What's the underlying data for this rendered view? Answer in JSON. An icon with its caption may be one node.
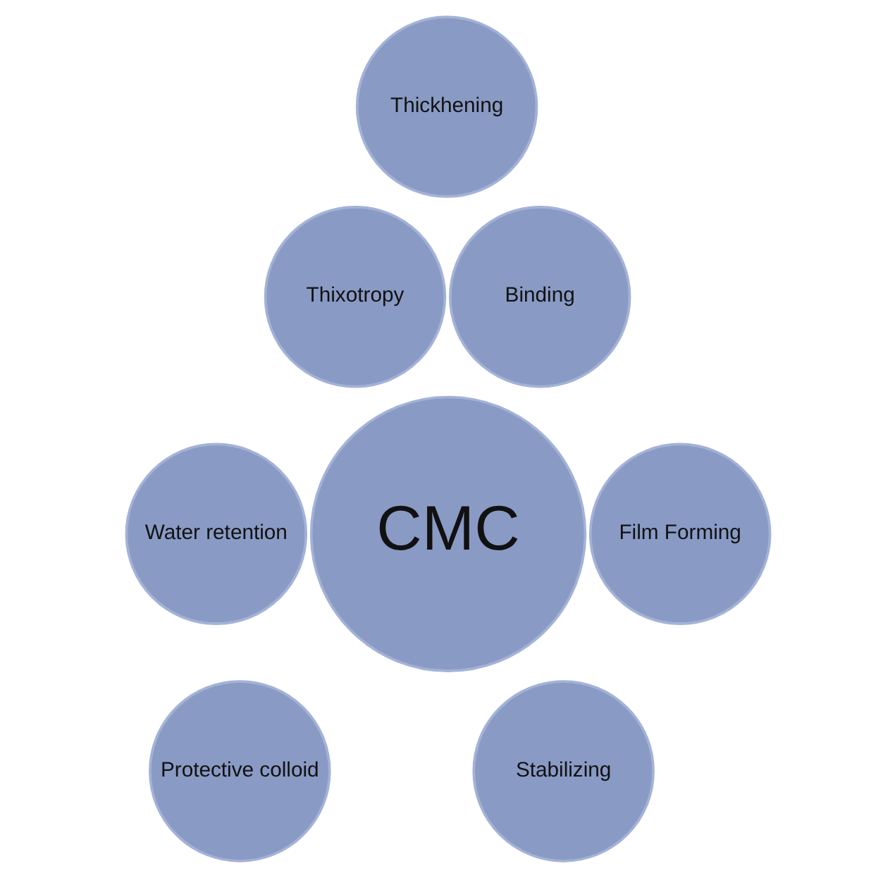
{
  "diagram": {
    "nodes": [
      {
        "text": [
          "CMC"
        ]
      },
      {
        "text": [
          "Thickhening"
        ]
      },
      {
        "text": [
          "Thixotropy"
        ]
      },
      {
        "text": [
          "Binding"
        ]
      },
      {
        "text": [
          "Water retention"
        ]
      },
      {
        "text": [
          "Film Forming"
        ]
      },
      {
        "text": [
          "Protective colloid"
        ]
      },
      {
        "text": [
          "Stabilizing"
        ]
      }
    ]
  }
}
